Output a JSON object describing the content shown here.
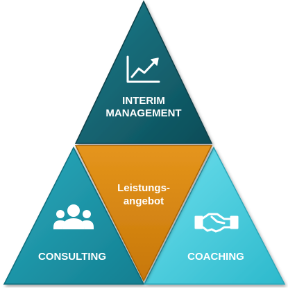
{
  "segments": {
    "top": {
      "line1": "INTERIM",
      "line2": "MANAGEMENT",
      "icon": "chart-up-icon",
      "color": "#11606e"
    },
    "center": {
      "line1": "Leistungs-",
      "line2": "angebot",
      "color": "#d8860f"
    },
    "left": {
      "label": "CONSULTING",
      "icon": "group-people-icon",
      "color": "#1d97ab"
    },
    "right": {
      "label": "COACHING",
      "icon": "handshake-icon",
      "color": "#48cfe0"
    }
  }
}
